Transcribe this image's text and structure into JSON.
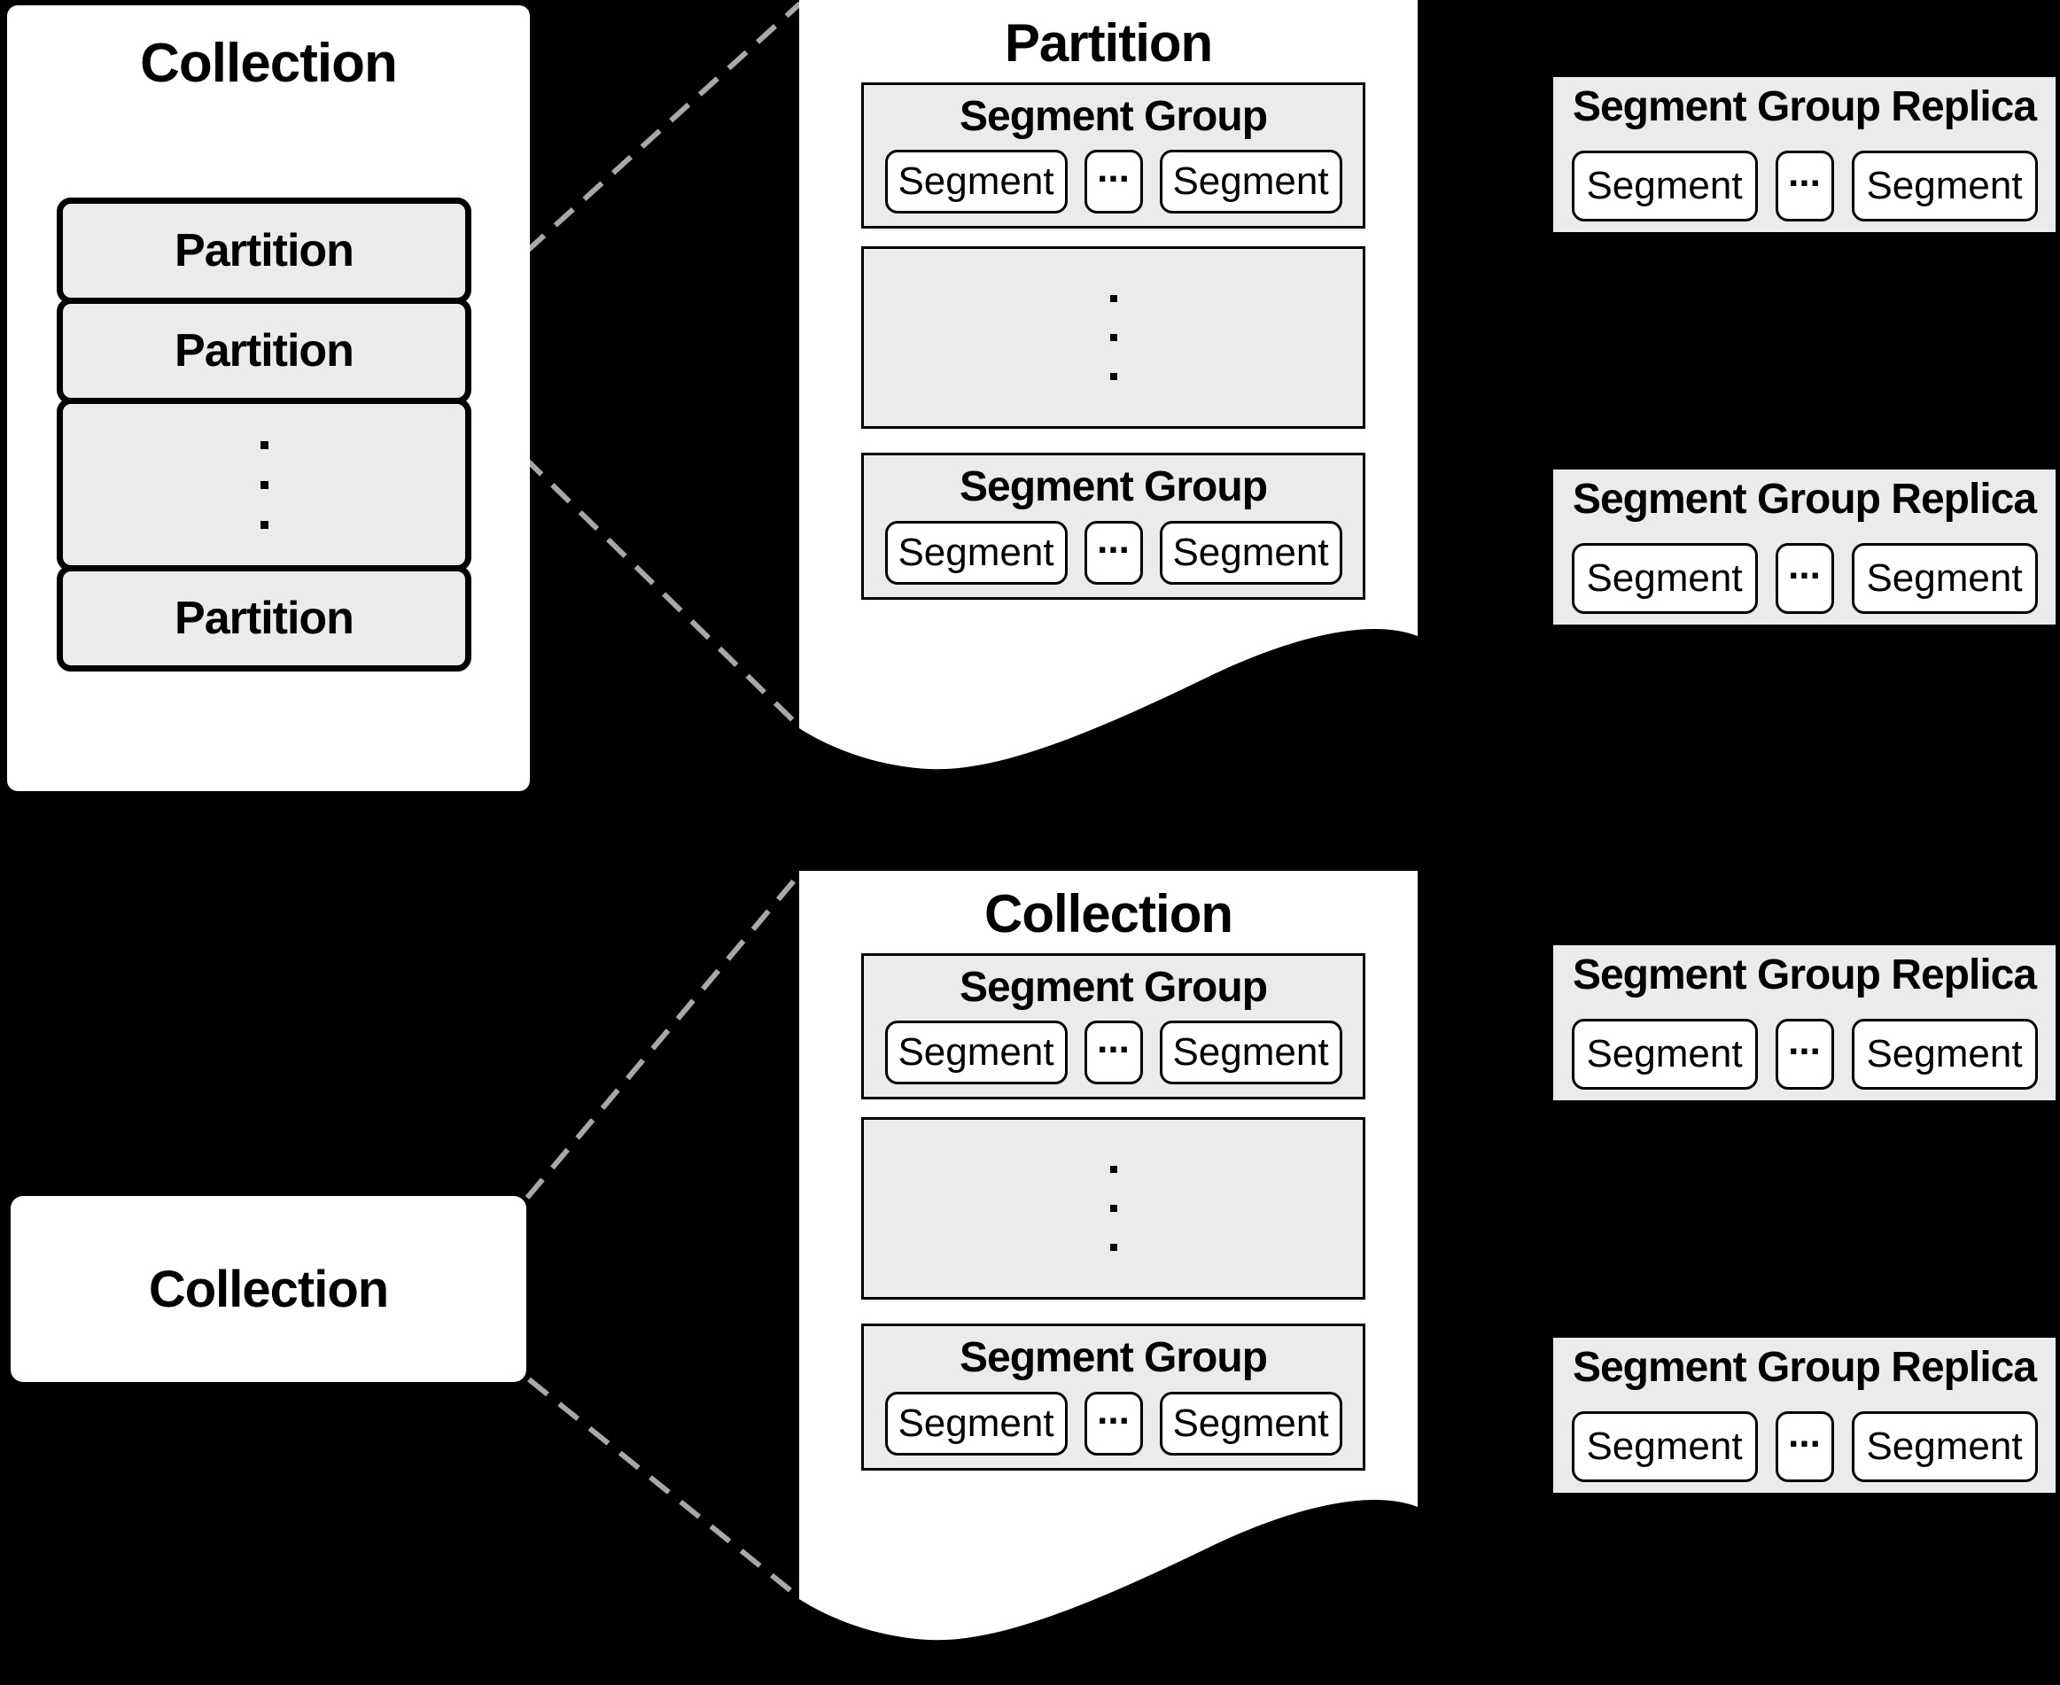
{
  "colors": {
    "background": "#000000",
    "panel": "#ffffff",
    "box_fill": "#ebebeb",
    "border": "#000000",
    "dash_line": "#a8a8a8"
  },
  "overview": {
    "title": "Collection",
    "partitions": [
      {
        "label": "Partition"
      },
      {
        "label": "Partition"
      },
      {
        "label": "Partition"
      }
    ]
  },
  "partition_detail": {
    "title": "Partition"
  },
  "collection_detail": {
    "title": "Collection"
  },
  "collection_box": {
    "label": "Collection"
  },
  "replicas": [
    {
      "title": "Segment Group Replica"
    },
    {
      "title": "Segment Group Replica"
    },
    {
      "title": "Segment Group Replica"
    },
    {
      "title": "Segment Group Replica"
    }
  ],
  "labels": {
    "segment_group": "Segment Group",
    "segment": "Segment",
    "ellipsis": "..."
  }
}
